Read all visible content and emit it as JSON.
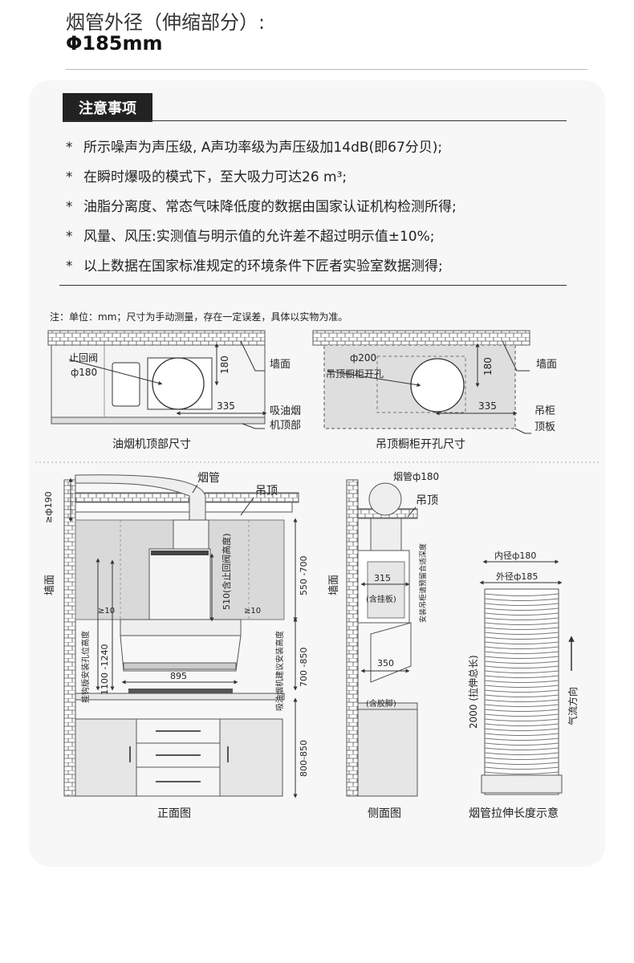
{
  "pipe": {
    "title": "烟管外径（伸缩部分）:",
    "value": "Φ185mm"
  },
  "notes": {
    "heading": "注意事项",
    "items": [
      "所示噪声为声压级, A声功率级为声压级加14dB(即67分贝);",
      "在瞬时爆吸的模式下，至大吸力可达26 m³;",
      "油脂分离度、常态气味降低度的数据由国家认证机构检测所得;",
      "风量、风压:实测值与明示值的允许差不超过明示值±10%;",
      "以上数据在国家标准规定的环境条件下匠者实验室数据测得;"
    ],
    "bullet": "*"
  },
  "unit_note": "注：单位：mm；尺寸为手动测量，存在一定误差，具体以实物为准。",
  "hood_top": {
    "caption": "油烟机顶部尺寸",
    "valve_label": "止回阀",
    "valve_dia": "ф180",
    "dim_180": "180",
    "dim_335": "335",
    "wall": "墙面",
    "hood_top_label": [
      "吸油烟",
      "机顶部"
    ]
  },
  "cabinet_top": {
    "caption": "吊顶橱柜开孔尺寸",
    "hole_dia": "ф200",
    "hole_label": "吊顶橱柜开孔",
    "dim_180": "180",
    "dim_335": "335",
    "wall": "墙面",
    "cabinet_label": [
      "吊柜",
      "顶板"
    ]
  },
  "front": {
    "caption": "正面图",
    "pipe": "烟管",
    "ceiling": "吊顶",
    "wall": "墙面",
    "d190": "≥ф190",
    "check_valve_height": "510(含止回阀高度)",
    "d550": "550 -700",
    "g10a": "≥10",
    "g10b": "≥10",
    "hook_label": "挂钩版安装孔位高度",
    "d1100": "1100 -1240",
    "install_label": "吸油烟机建议安装高度",
    "d700": "700 -850",
    "w895": "895",
    "d800": "800-850"
  },
  "side": {
    "caption": "侧面图",
    "pipe": "烟管ф180",
    "ceiling": "吊顶",
    "wall": "墙面",
    "d315": "315",
    "incl_plate": "(含挂板)",
    "depth_label": "安装吊柜请预留合适深度",
    "d350": "350",
    "incl_foot": "(含胶脚)"
  },
  "stretch": {
    "caption": "烟管拉伸长度示意",
    "inner": "内径ф180",
    "outer": "外径ф185",
    "total": "2000 (拉伸总长)",
    "flow": "气流方向"
  }
}
